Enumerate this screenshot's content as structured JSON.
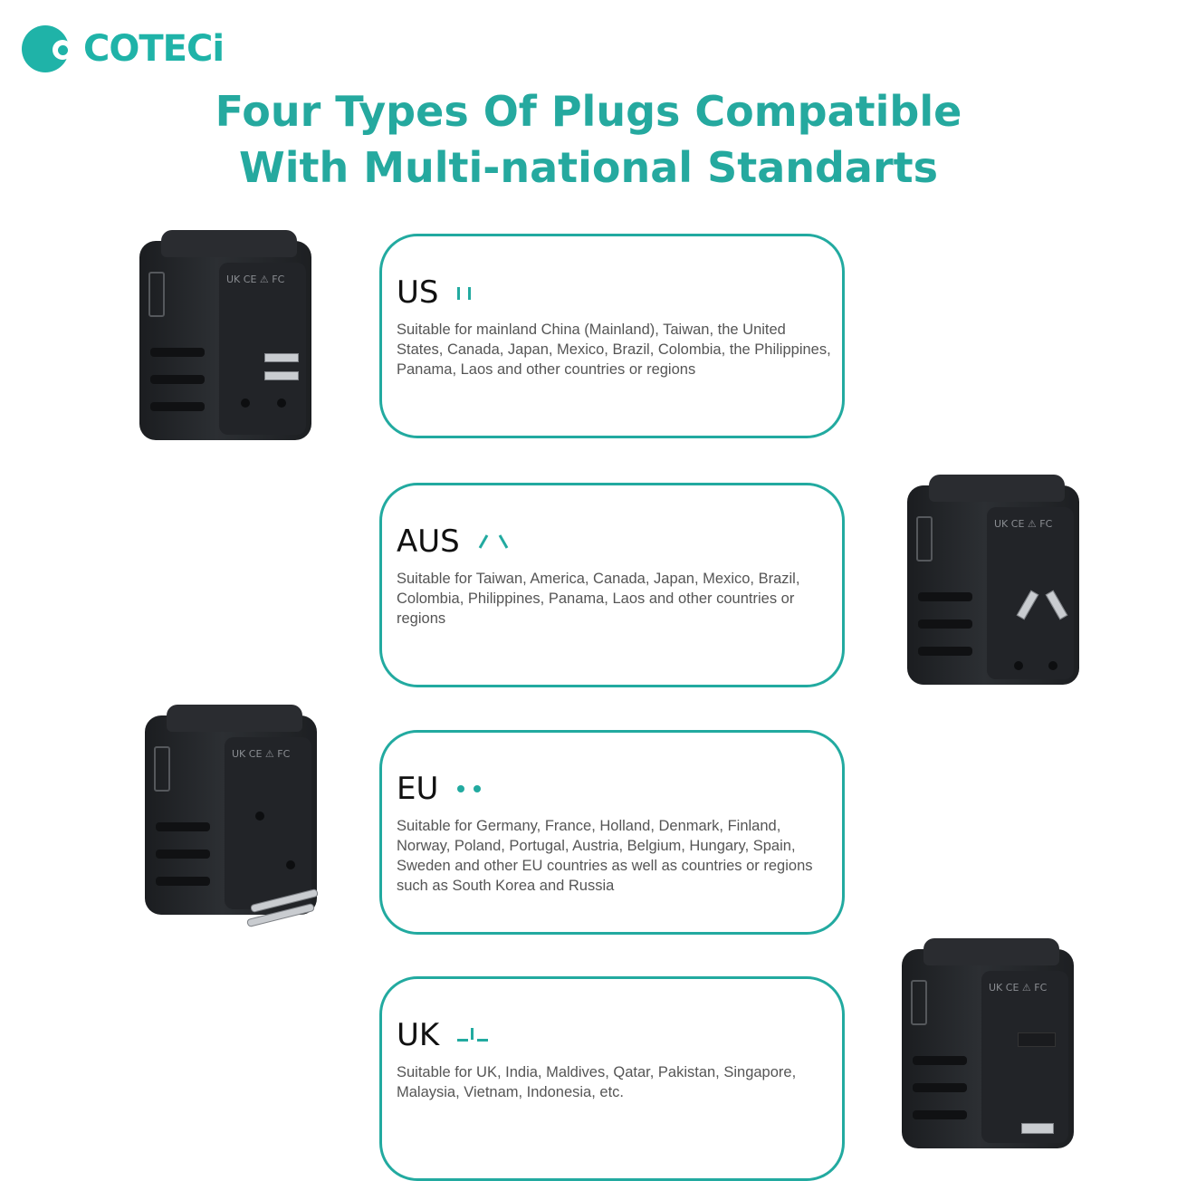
{
  "brand": {
    "name": "COTECi",
    "accent": "#1fb3a8"
  },
  "title": {
    "line1": "Four Types Of Plugs Compatible",
    "line2": "With Multi-national Standarts",
    "color": "#25a99f"
  },
  "cards": [
    {
      "code": "US",
      "pins_icon": "us-plug-pins-icon",
      "description": "Suitable for mainland China (Mainland), Taiwan, the United States, Canada, Japan, Mexico, Brazil, Colombia, the Philippines, Panama, Laos and other countries or regions"
    },
    {
      "code": "AUS",
      "pins_icon": "aus-plug-pins-icon",
      "description": "Suitable for Taiwan, America, Canada, Japan, Mexico, Brazil, Colombia, Philippines, Panama, Laos and other countries or regions"
    },
    {
      "code": "EU",
      "pins_icon": "eu-plug-pins-icon",
      "description": "Suitable for Germany, France, Holland, Denmark, Finland, Norway, Poland, Portugal, Austria, Belgium, Hungary, Spain, Sweden and other EU countries as well as countries or regions such as South Korea and Russia"
    },
    {
      "code": "UK",
      "pins_icon": "uk-plug-pins-icon",
      "description": "Suitable for UK, India, Maldives, Qatar, Pakistan, Singapore, Malaysia, Vietnam, Indonesia, etc."
    }
  ],
  "adapter_marks": "UK CE ⚠ FC"
}
